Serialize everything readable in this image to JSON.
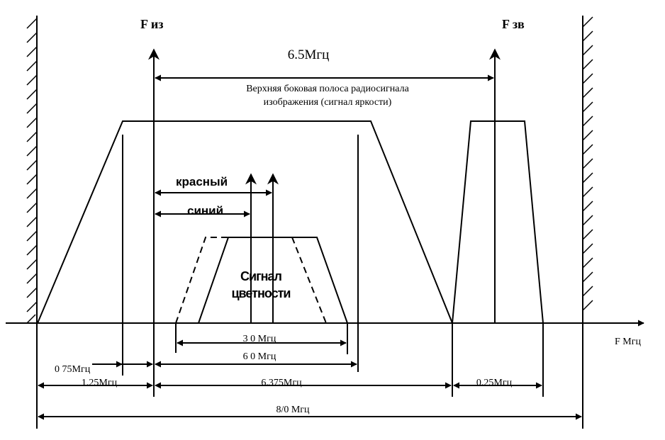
{
  "labels": {
    "f_image": "F из",
    "f_sound": "F зв",
    "carrier_spacing": "6.5Мгц",
    "upper_sideband_line1": "Верхняя боковая полоса радиосигнала",
    "upper_sideband_line2": "изображения (сигнал яркости)",
    "red": "красный",
    "blue": "синий",
    "chroma_line1": "Сигнал",
    "chroma_line2": "цветности",
    "freq_axis": "F Мгц",
    "dim_3_0": "3 0 Мгц",
    "dim_6_0": "6 0 Мгц",
    "dim_0_75": "0 75Мгц",
    "dim_1_25": "1.25Мгц",
    "dim_6_375": "6.375Мгц",
    "dim_0_25": "0.25Мгц",
    "dim_8_0": "8/0 Мгц"
  },
  "colors": {
    "ink": "#000000",
    "background": "#ffffff"
  }
}
